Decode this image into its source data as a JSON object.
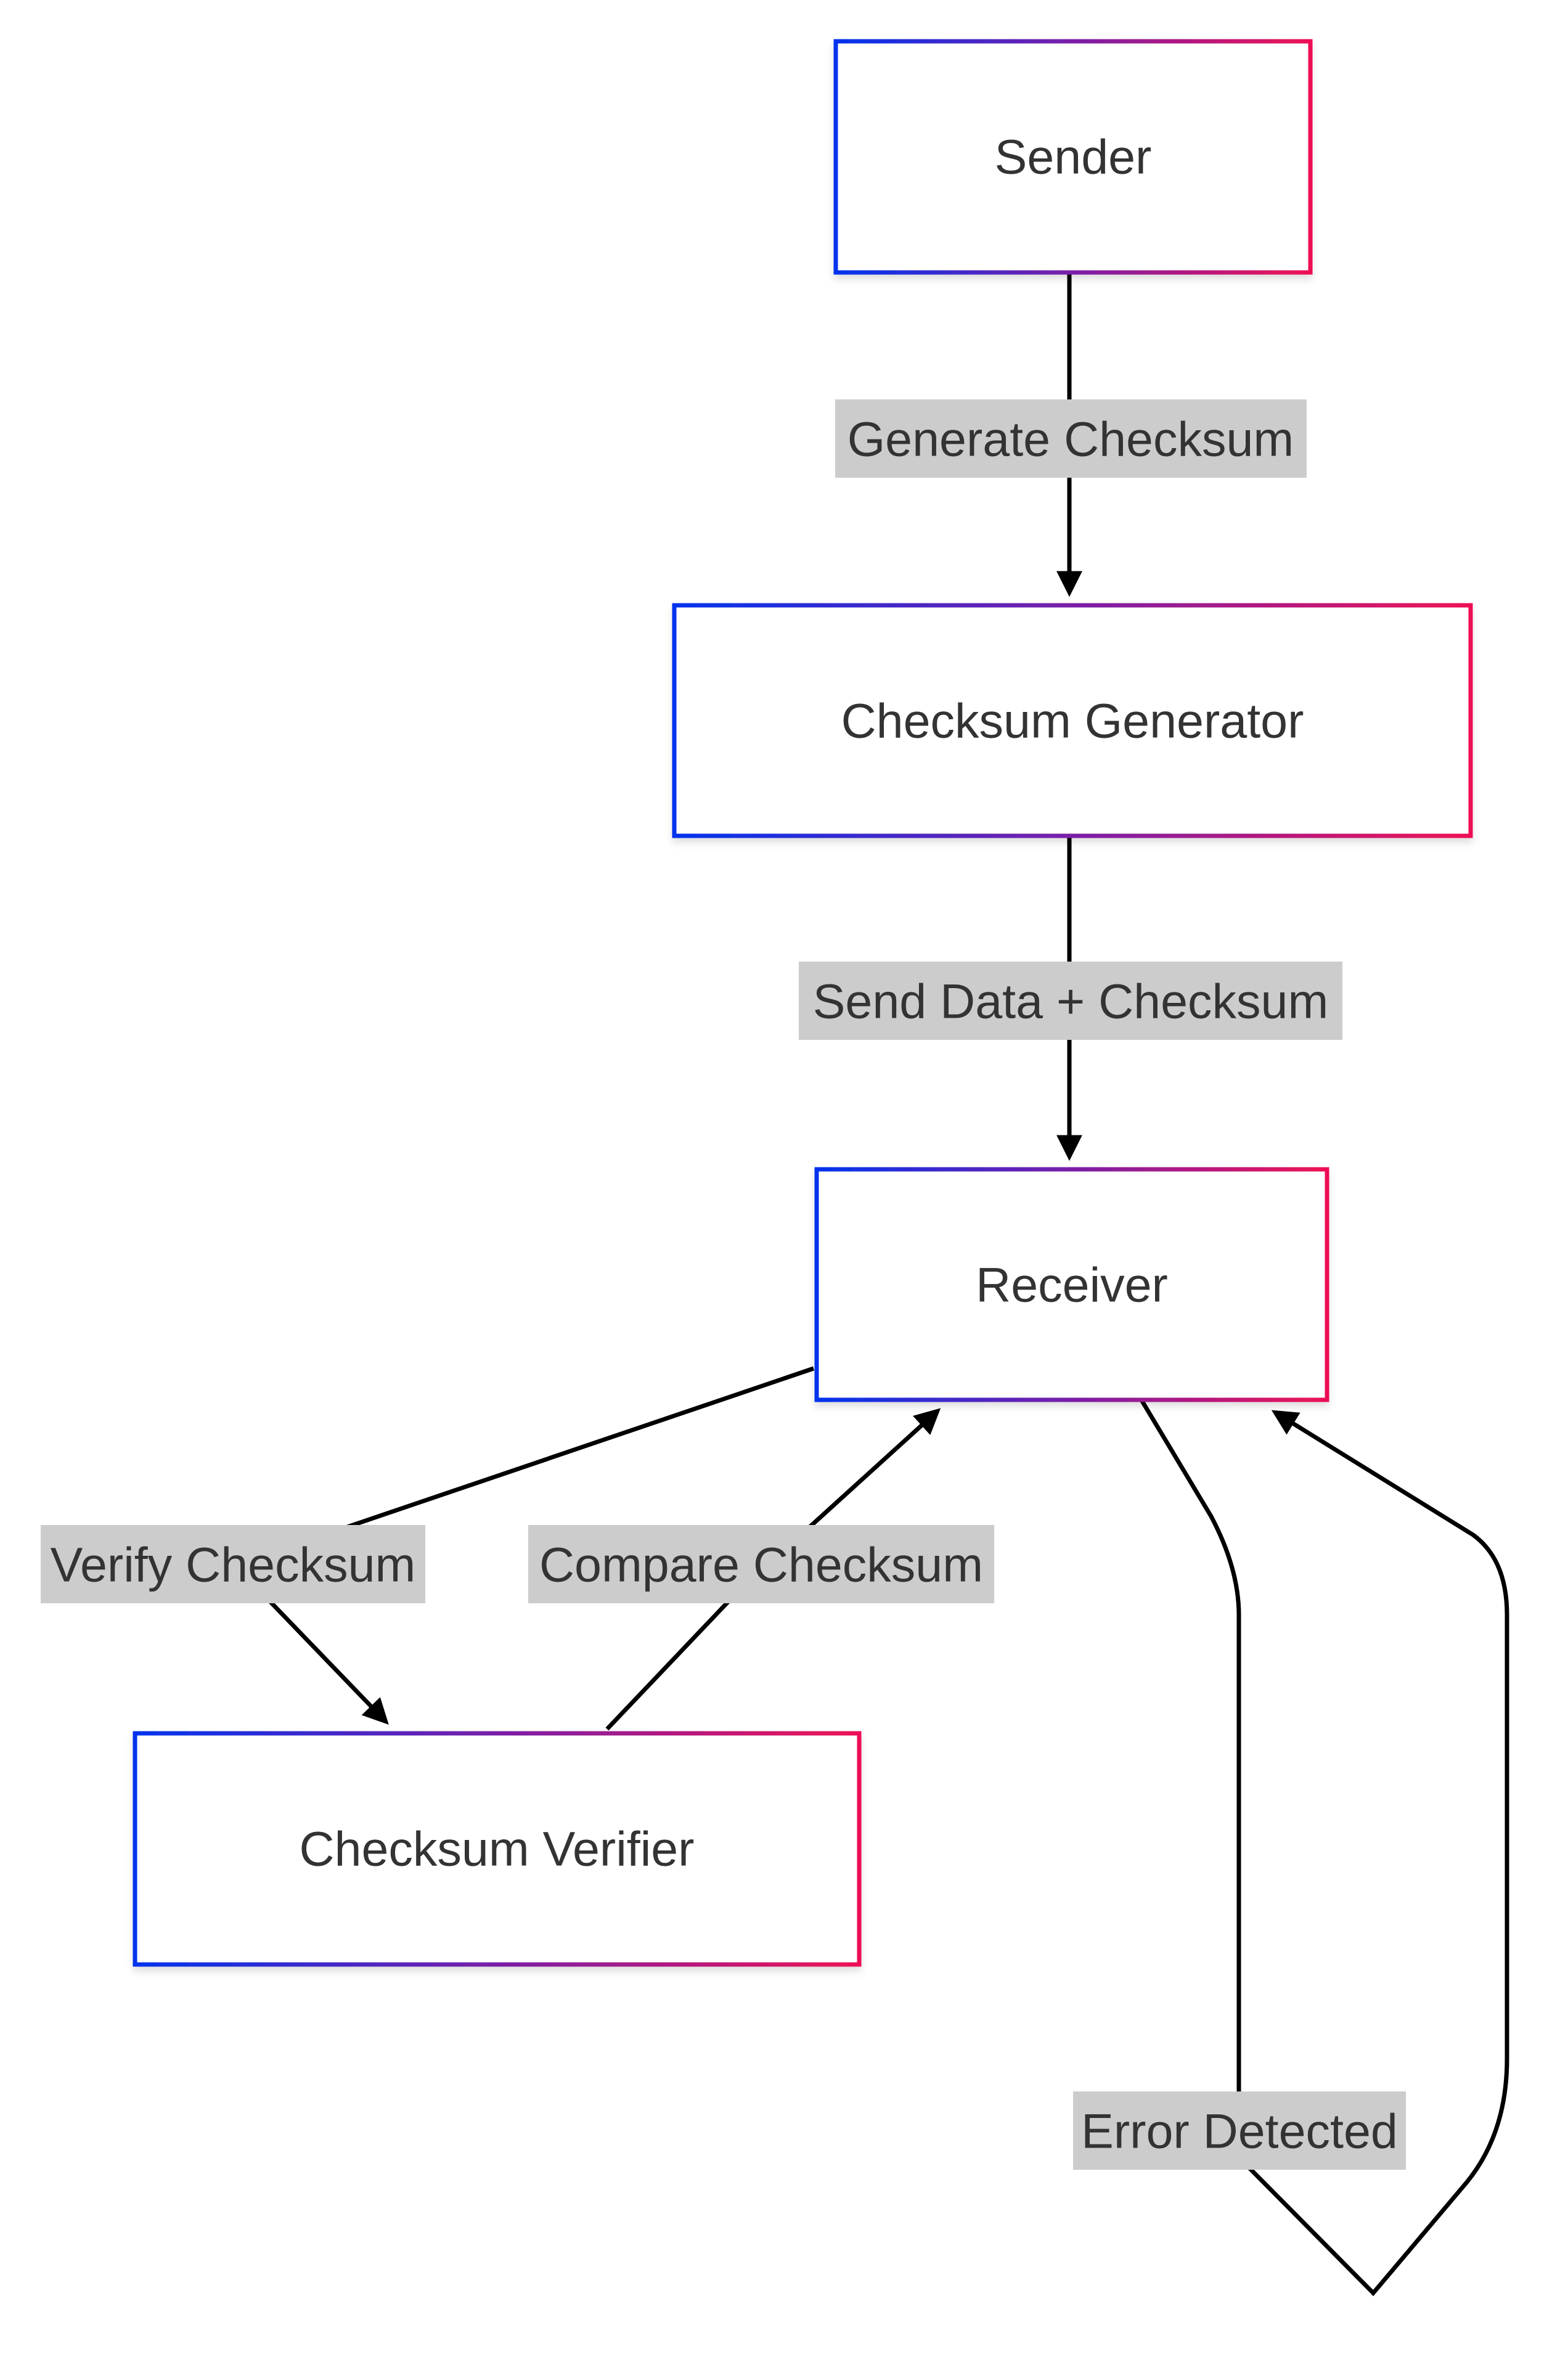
{
  "nodes": {
    "sender": "Sender",
    "generator": "Checksum Generator",
    "receiver": "Receiver",
    "verifier": "Checksum Verifier"
  },
  "edges": {
    "sender_to_generator": "Generate Checksum",
    "generator_to_receiver": "Send Data + Checksum",
    "receiver_to_verifier": "Verify Checksum",
    "verifier_to_receiver": "Compare Checksum",
    "receiver_self_loop": "Error Detected"
  },
  "colors": {
    "node_stroke_start": "#0033ee",
    "node_stroke_end": "#ee1155",
    "edge_label_bg": "#cccccc",
    "text": "#333333"
  }
}
